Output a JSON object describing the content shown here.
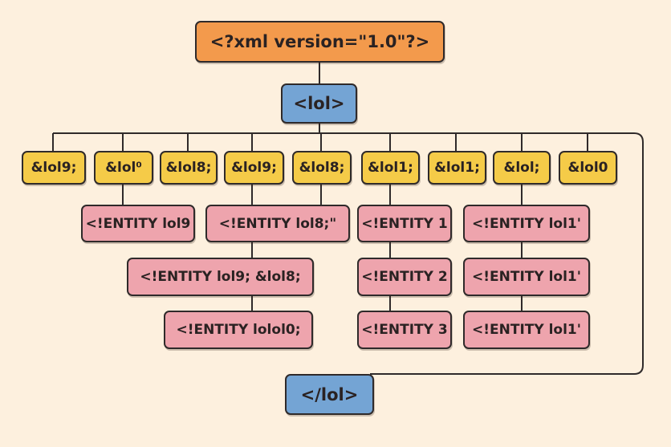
{
  "header": {
    "xml_declaration": "<?xml version=\"1.0\"?>",
    "open_tag": "<lol>",
    "close_tag": "</lol>"
  },
  "references": [
    "&lol9;",
    "&lol⁰",
    "&lol8;",
    "&lol9;",
    "&lol8;",
    "&lol1;",
    "&lol1;",
    "&lol;",
    "&lol0"
  ],
  "entities": {
    "col_a": [
      "<!ENTITY lol9"
    ],
    "col_b": [
      "<!ENTITY lol8;\"",
      "<!ENTITY lol9; &lol8;",
      "<!ENTITY lolol0;"
    ],
    "col_c": [
      "<!ENTITY 1",
      "<!ENTITY 2",
      "<!ENTITY 3"
    ],
    "col_d": [
      "<!ENTITY lol1'",
      "<!ENTITY lol1'",
      "<!ENTITY lol1'"
    ]
  },
  "colors": {
    "declaration": "#f39a4c",
    "tag": "#74a4d4",
    "reference": "#f5cb48",
    "entity": "#eea4ad",
    "background": "#fdf0de",
    "line": "#2f2a2a"
  }
}
